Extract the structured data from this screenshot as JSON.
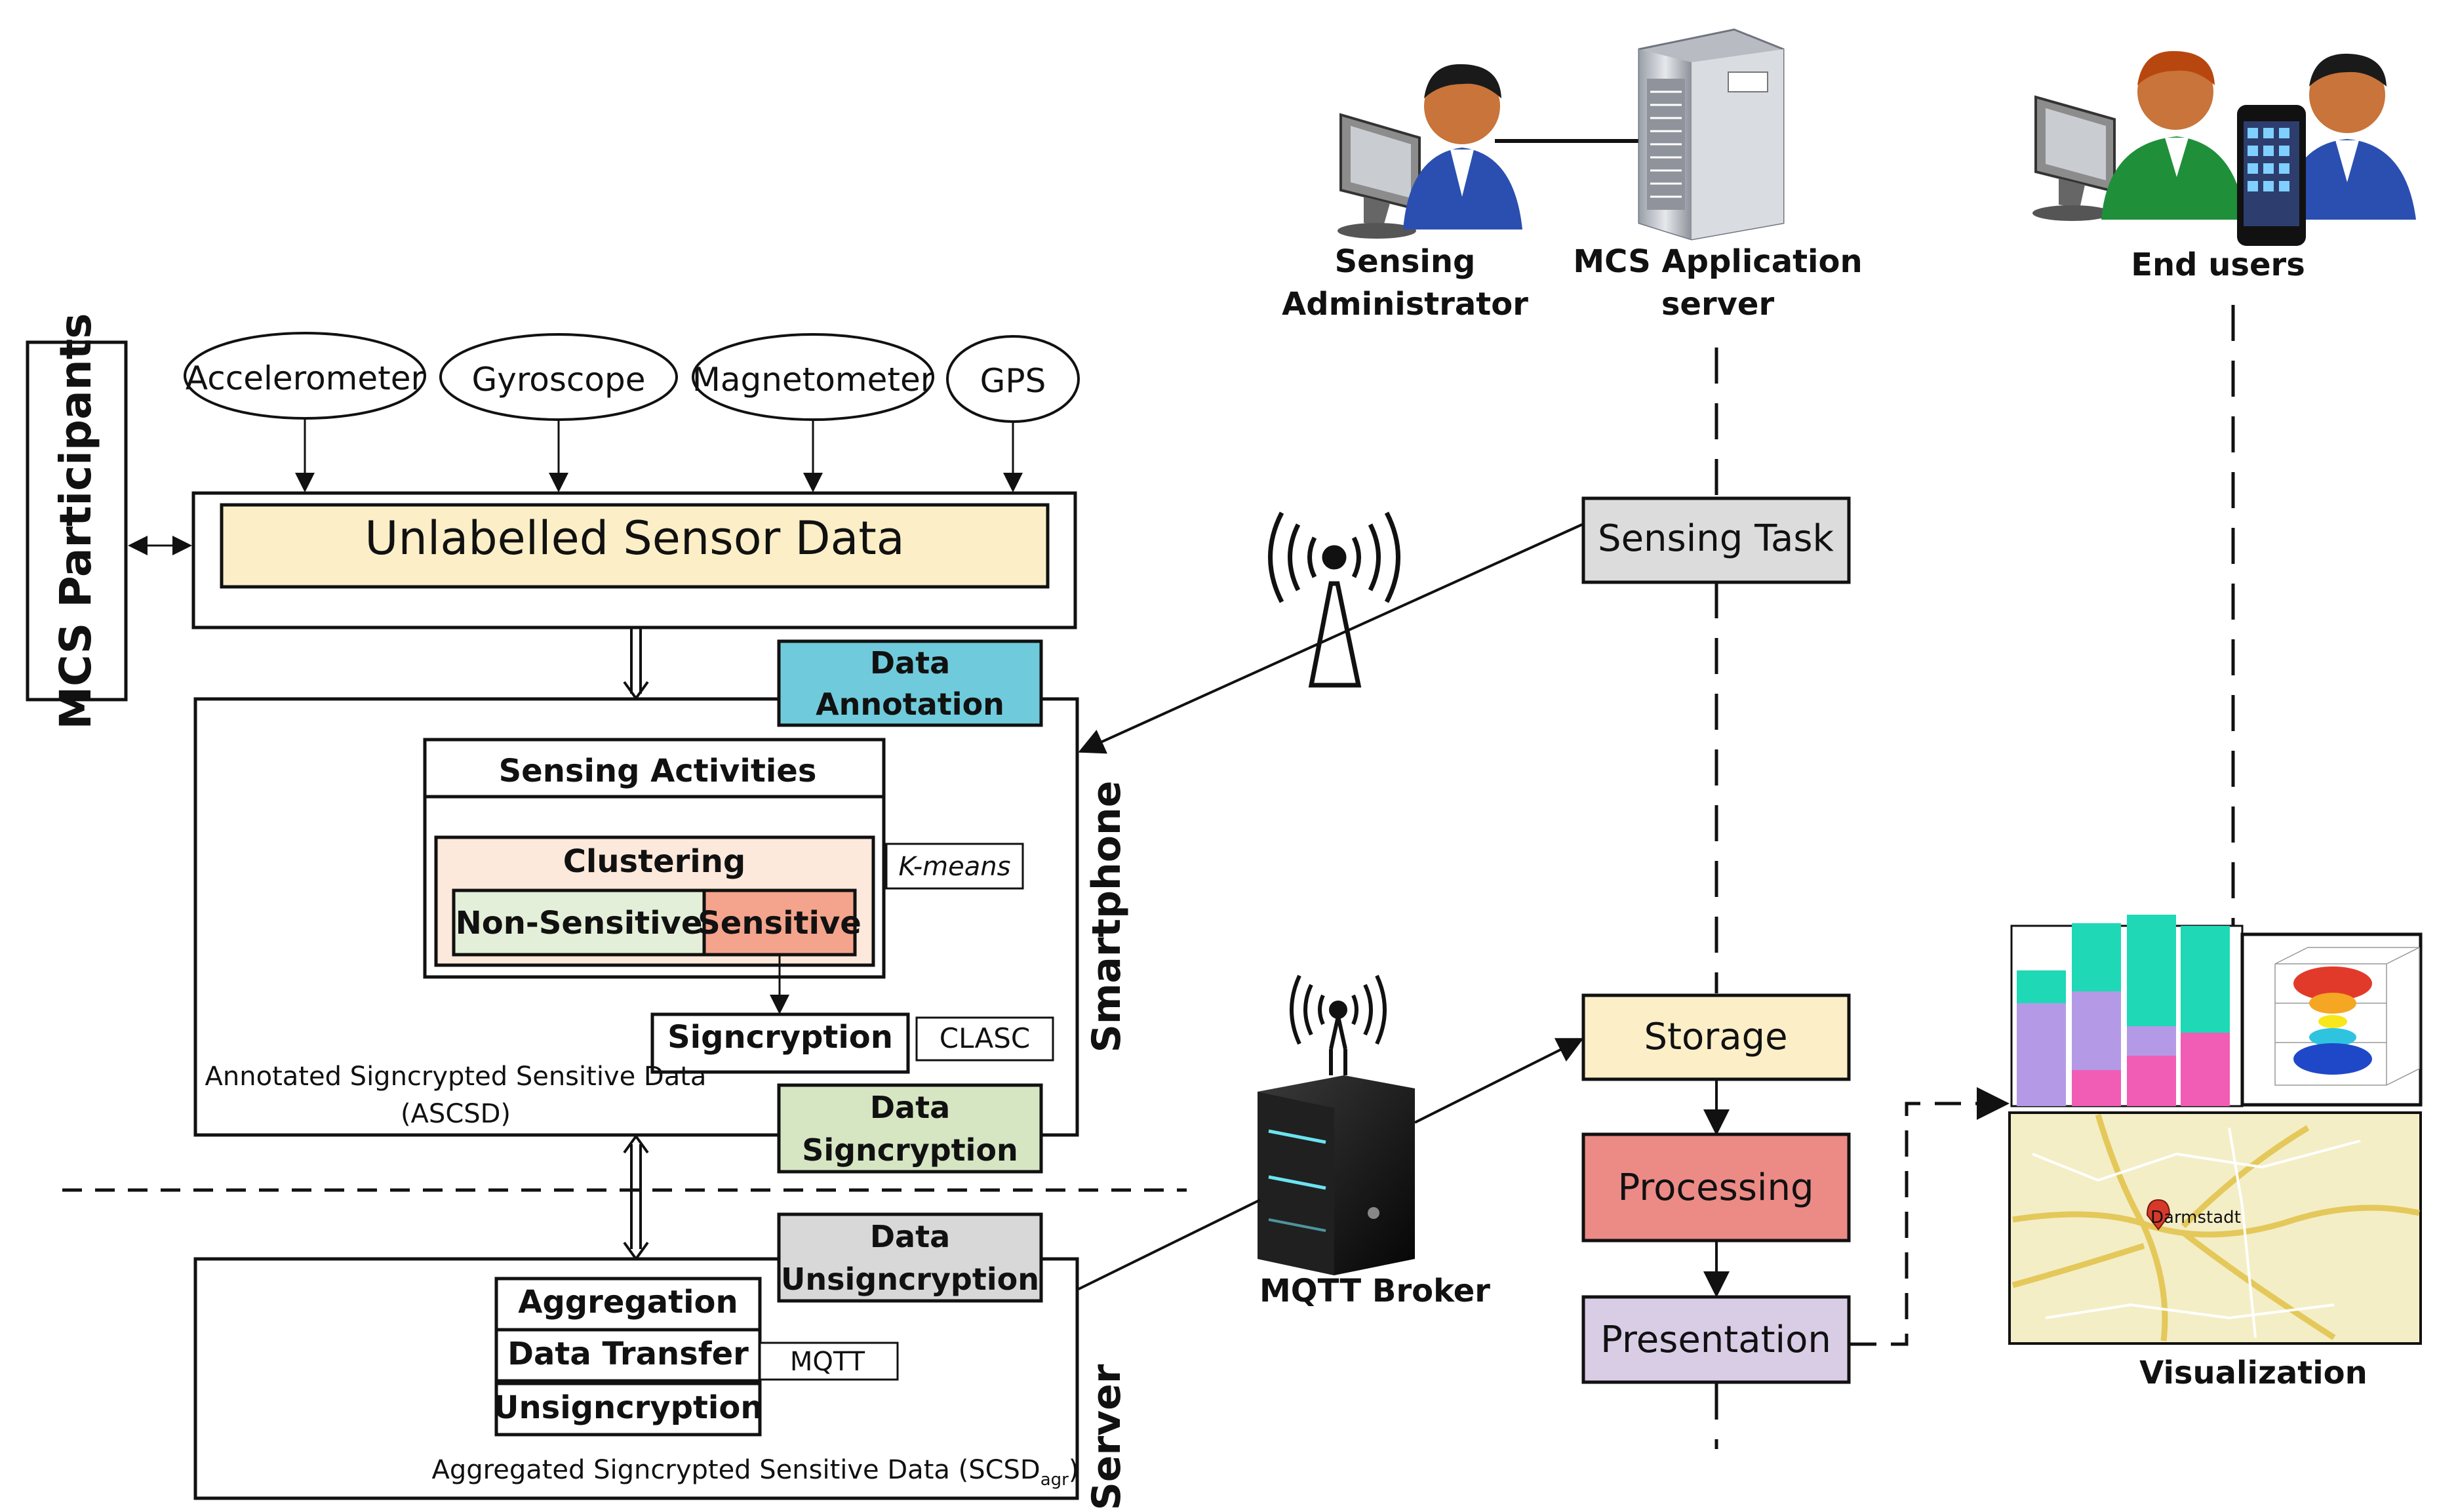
{
  "left_vertical_label": "MCS Participants",
  "sensors": [
    {
      "label": "Accelerometer"
    },
    {
      "label": "Gyroscope"
    },
    {
      "label": "Magnetometer"
    },
    {
      "label": "GPS"
    }
  ],
  "unlabelled": "Unlabelled Sensor Data",
  "smartphone": {
    "label": "Smartphone",
    "annotation_tag": [
      "Data",
      "Annotation"
    ],
    "activities": "Sensing Activities",
    "clustering": "Clustering",
    "kmeans": "K-means",
    "non_sensitive": "Non-Sensitive",
    "sensitive": "Sensitive",
    "signcryption": "Signcryption",
    "clasc": "CLASC",
    "ascsd": [
      "Annotated Signcrypted Sensitive Data",
      "(ASCSD)"
    ],
    "signcryption_tag": [
      "Data",
      "Signcryption"
    ]
  },
  "server": {
    "label": "Server",
    "unsign_tag": [
      "Data",
      "Unsigncryption"
    ],
    "aggregation": "Aggregation",
    "data_transfer": "Data Transfer",
    "mqtt": "MQTT",
    "unsigncryption": "Unsigncryption",
    "scsd_prefix": "Aggregated Signcrypted  Sensitive Data (SCSD",
    "scsd_sub": "agr",
    "scsd_suffix": ")"
  },
  "top_actors": {
    "admin": [
      "Sensing",
      "Administrator"
    ],
    "app_server": [
      "MCS Application",
      "server"
    ],
    "end_users": "End users"
  },
  "pipeline": {
    "sensing_task": "Sensing Task",
    "storage": "Storage",
    "processing": "Processing",
    "presentation": "Presentation"
  },
  "mqtt_broker": "MQTT Broker",
  "visualization": "Visualization",
  "map_city": "Darmstadt",
  "colors": {
    "unlabelled_fill": "#fcefc7",
    "annotation_fill": "#6fcbdb",
    "clustering_fill": "#fde9dc",
    "non_sensitive_fill": "#e4efd9",
    "sensitive_fill": "#f4a48c",
    "signcryption_tag_fill": "#d6e6c3",
    "unsign_fill": "#d8d8d8",
    "sensing_task_fill": "#dcdcdc",
    "storage_fill": "#fcefc7",
    "processing_fill": "#ec8a86",
    "presentation_fill": "#d9cde6",
    "bar_teal": "#1fd8b6",
    "bar_lavender": "#b49ae6",
    "bar_pink": "#f15db4"
  }
}
